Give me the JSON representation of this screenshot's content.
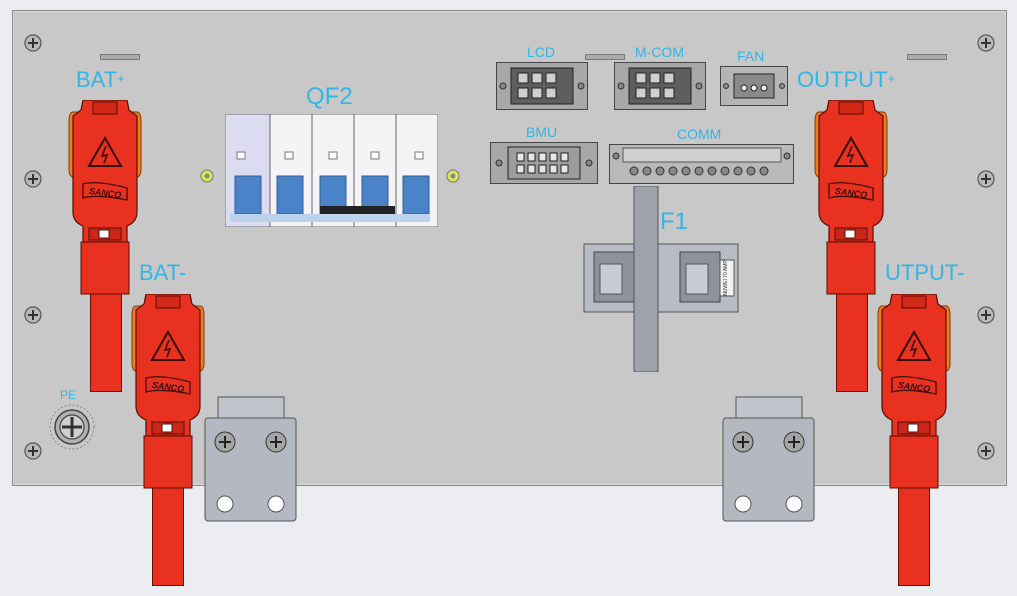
{
  "labels": {
    "bat_pos": "BAT",
    "bat_pos_sign": "+",
    "bat_neg": "BAT-",
    "qf2": "QF2",
    "lcd": "LCD",
    "mcom": "M-COM",
    "fan": "FAN",
    "bmu": "BMU",
    "comm": "COMM",
    "f1": "F1",
    "output_pos": "OUTPUT",
    "output_pos_sign": "+",
    "output_neg": "UTPUT-",
    "pe": "PE"
  },
  "connector_brand": "SANCO",
  "fuse_text": "NUWEI 70 AMP",
  "colors": {
    "panel": "#c8c8c8",
    "label": "#33b5e5",
    "connector_red": "#e8311f",
    "connector_orange": "#f07d1a",
    "breaker_blue": "#4a83c8"
  }
}
